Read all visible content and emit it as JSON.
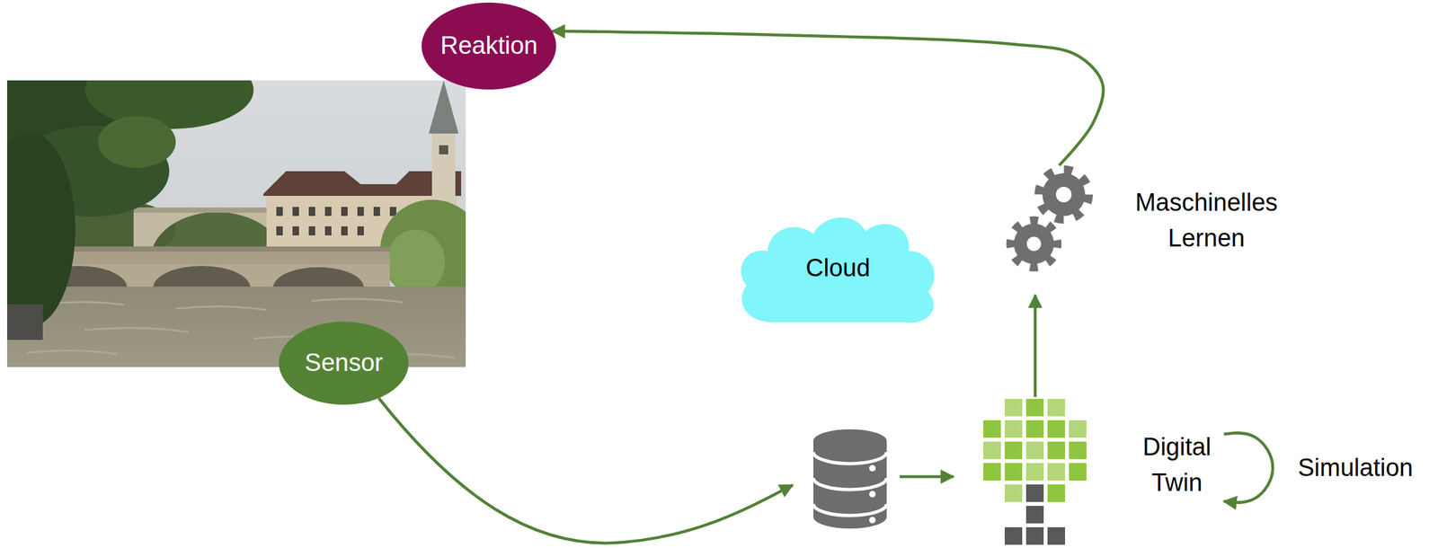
{
  "diagram": {
    "nodes": [
      {
        "text": [
          "Reaktion"
        ]
      },
      {
        "text": [
          "Sensor"
        ]
      },
      {
        "text": [
          "Cloud"
        ]
      },
      {
        "text": [
          "Maschinelles Lernen"
        ]
      },
      {
        "text": [
          "Digital Twin"
        ]
      }
    ],
    "edges": [
      {
        "from": 4,
        "to": 3,
        "arrow": "to"
      },
      {
        "from": 3,
        "to": 0,
        "arrow": "to"
      },
      {
        "from": 4,
        "to": 4,
        "arrow": "to",
        "label": "Simulation"
      }
    ]
  }
}
